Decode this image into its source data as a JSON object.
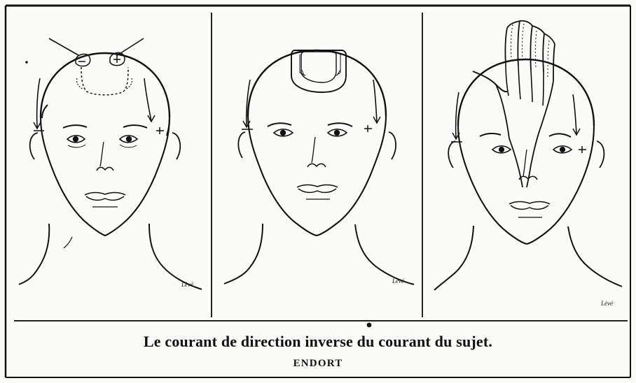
{
  "caption": {
    "title": "Le courant de direction inverse du courant du sujet.",
    "credit": "ENDORT"
  },
  "figure": {
    "panels": [
      {
        "signature": "Lèvé",
        "electrode_labels": [
          "⊖",
          "⊕"
        ]
      },
      {
        "signature": "Lèvé"
      },
      {
        "signature": "Lèvé"
      }
    ]
  }
}
